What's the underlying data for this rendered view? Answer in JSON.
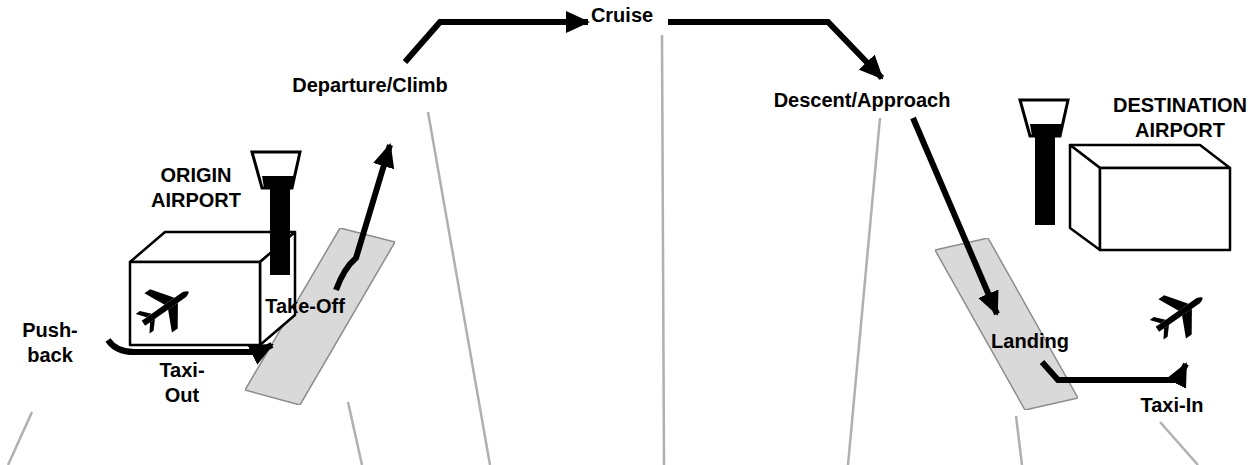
{
  "diagram": {
    "nodes": [
      {
        "text": [
          "Take-Off"
        ]
      },
      {
        "text": [
          "Landing"
        ]
      }
    ],
    "labels": [
      "Cruise",
      "Departure/Climb",
      "Descent/Approach",
      "ORIGIN AIRPORT",
      "DESTINATION AIRPORT",
      "Push-back",
      "Taxi-Out",
      "Taxi-In"
    ]
  }
}
